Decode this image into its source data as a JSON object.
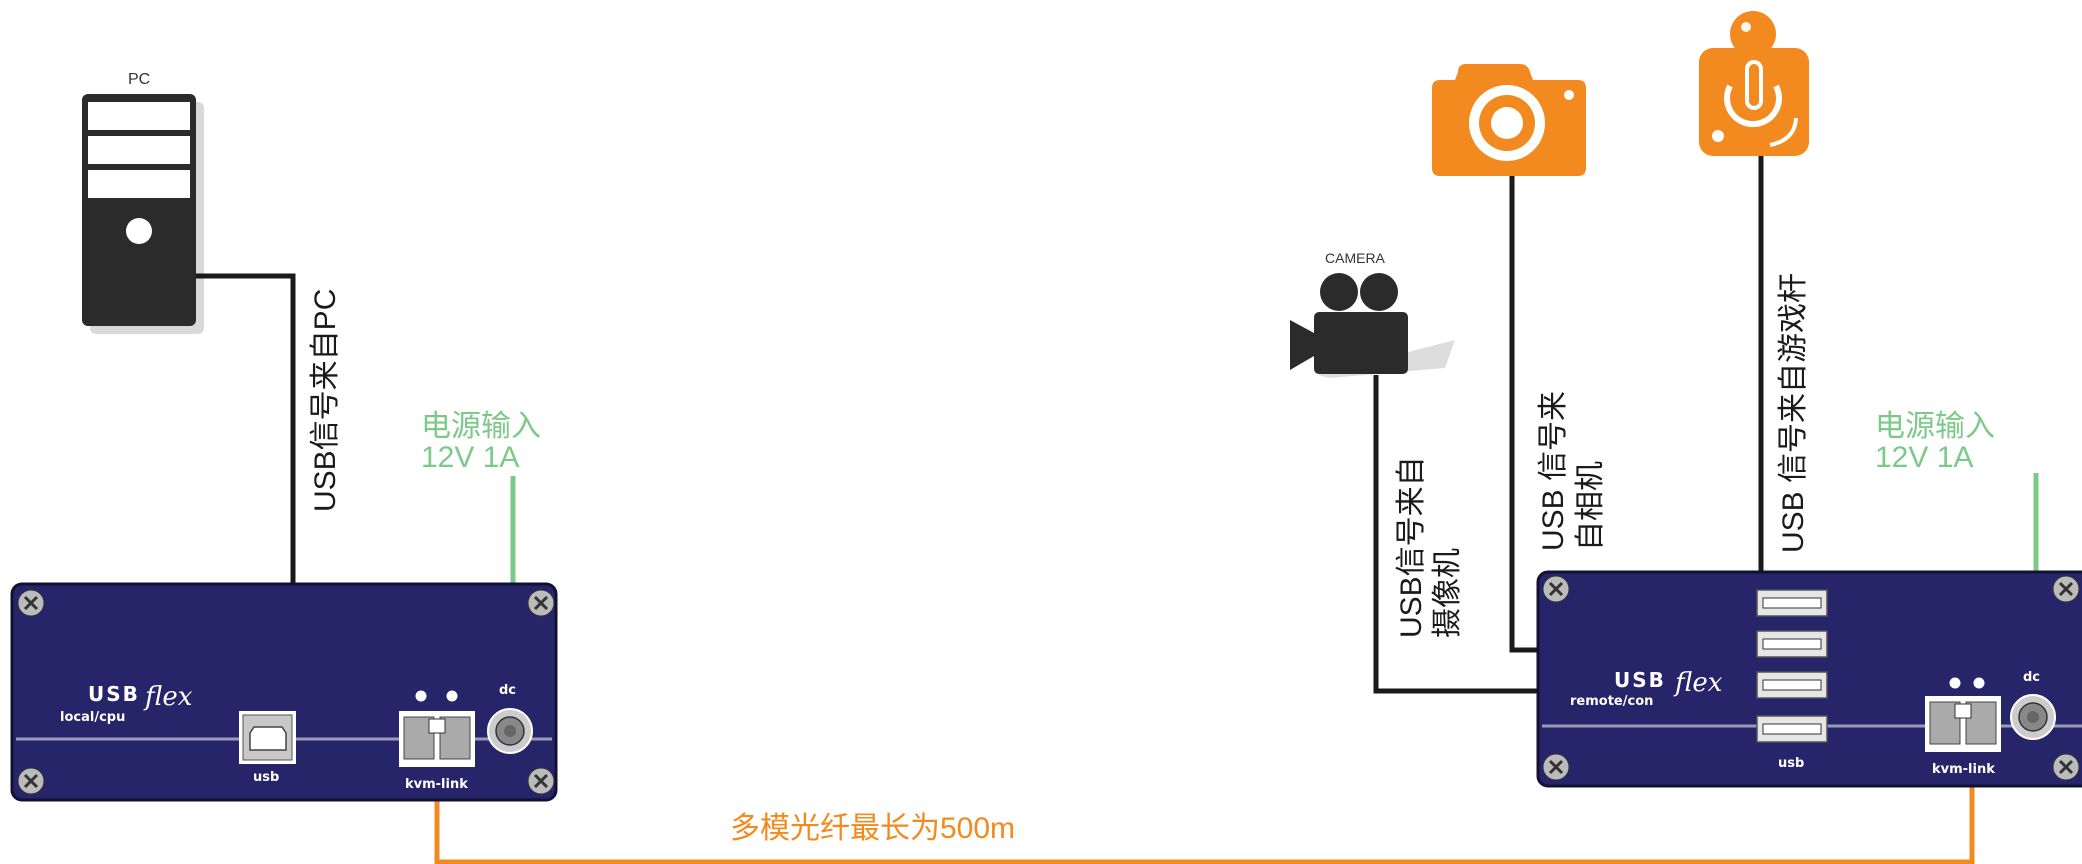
{
  "labels": {
    "pc": "PC",
    "camera": "CAMERA",
    "usb_from_pc": "USB信号来自PC",
    "power_left_line1": "电源输入",
    "power_left_line2": "12V 1A",
    "power_right_line1": "电源输入",
    "power_right_line2": "12V 1A",
    "usb_from_camcorder_line1": "USB信号来自",
    "usb_from_camcorder_line2": "摄像机",
    "usb_from_camera_line1": "USB 信号来",
    "usb_from_camera_line2": "自相机",
    "usb_from_joystick": "USB 信号来自游戏杆",
    "fiber": "多模光纤最长为500m"
  },
  "local_unit": {
    "brand_usb": "USB",
    "brand_flex": "flex",
    "subtitle": "local/cpu",
    "port_usb": "usb",
    "port_kvm": "kvm-link",
    "port_dc": "dc"
  },
  "remote_unit": {
    "brand_usb": "USB",
    "brand_flex": "flex",
    "subtitle": "remote/con",
    "port_usb": "usb",
    "port_kvm": "kvm-link",
    "port_dc": "dc"
  },
  "colors": {
    "device_body": "#26256a",
    "cable_usb": "#1a1a1a",
    "cable_power": "#7dc98a",
    "cable_fiber": "#f28a20",
    "icon_orange": "#f28a20",
    "pc_dark": "#2b2b2b"
  },
  "icons": [
    "pc-tower-icon",
    "video-camera-icon",
    "photo-camera-icon",
    "joystick-icon",
    "screw-icon"
  ]
}
